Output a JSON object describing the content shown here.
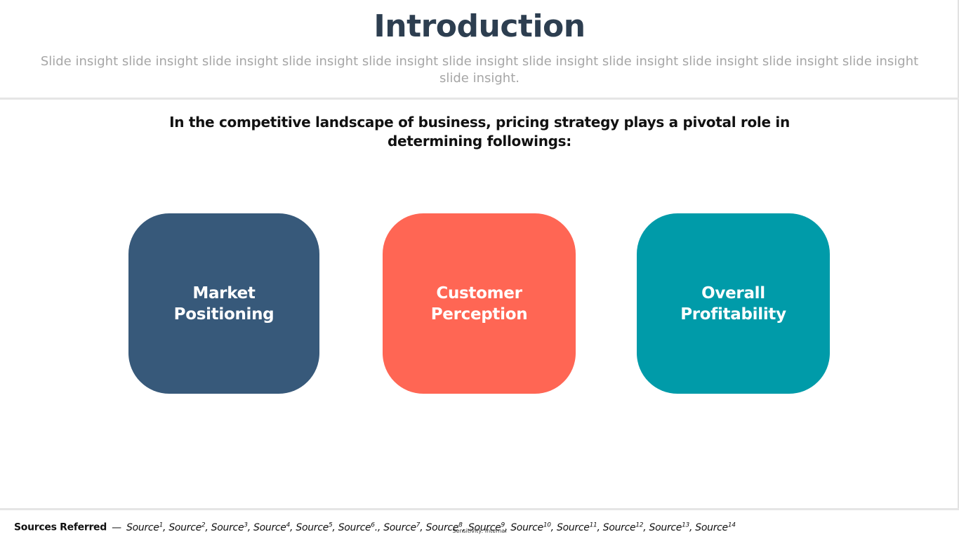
{
  "slide": {
    "title": "Introduction",
    "subtitle": "Slide insight slide insight slide insight slide insight slide insight slide insight slide insight slide insight slide insight slide insight slide insight slide insight.",
    "lead": "In the competitive landscape of business, pricing strategy plays a pivotal role in determining followings:"
  },
  "cards": [
    {
      "label": "Market Positioning",
      "color": "#37597a"
    },
    {
      "label": "Customer Perception",
      "color": "#ff6654"
    },
    {
      "label": "Overall Profitability",
      "color": "#009ba9"
    }
  ],
  "footer": {
    "sources_label": "Sources Referred",
    "separator": "—",
    "sources": [
      {
        "text": "Source",
        "sup": "1",
        "after": ", "
      },
      {
        "text": "Source",
        "sup": "2",
        "after": ", "
      },
      {
        "text": "Source",
        "sup": "3",
        "after": ", "
      },
      {
        "text": "Source",
        "sup": "4",
        "after": ", "
      },
      {
        "text": "Source",
        "sup": "5",
        "after": ", "
      },
      {
        "text": "Source",
        "sup": "6",
        "after": "., "
      },
      {
        "text": "Source",
        "sup": "7",
        "after": ", "
      },
      {
        "text": "Source",
        "sup": "8",
        "after": ", "
      },
      {
        "text": "Source",
        "sup": "9",
        "after": ", "
      },
      {
        "text": "Source",
        "sup": "10",
        "after": ", "
      },
      {
        "text": "Source",
        "sup": "11",
        "after": ", "
      },
      {
        "text": "Source",
        "sup": "12",
        "after": ", "
      },
      {
        "text": "Source",
        "sup": "13",
        "after": ", "
      },
      {
        "text": "Source",
        "sup": "14",
        "after": ""
      }
    ],
    "sensitivity": "Sensitivity: Internal"
  }
}
